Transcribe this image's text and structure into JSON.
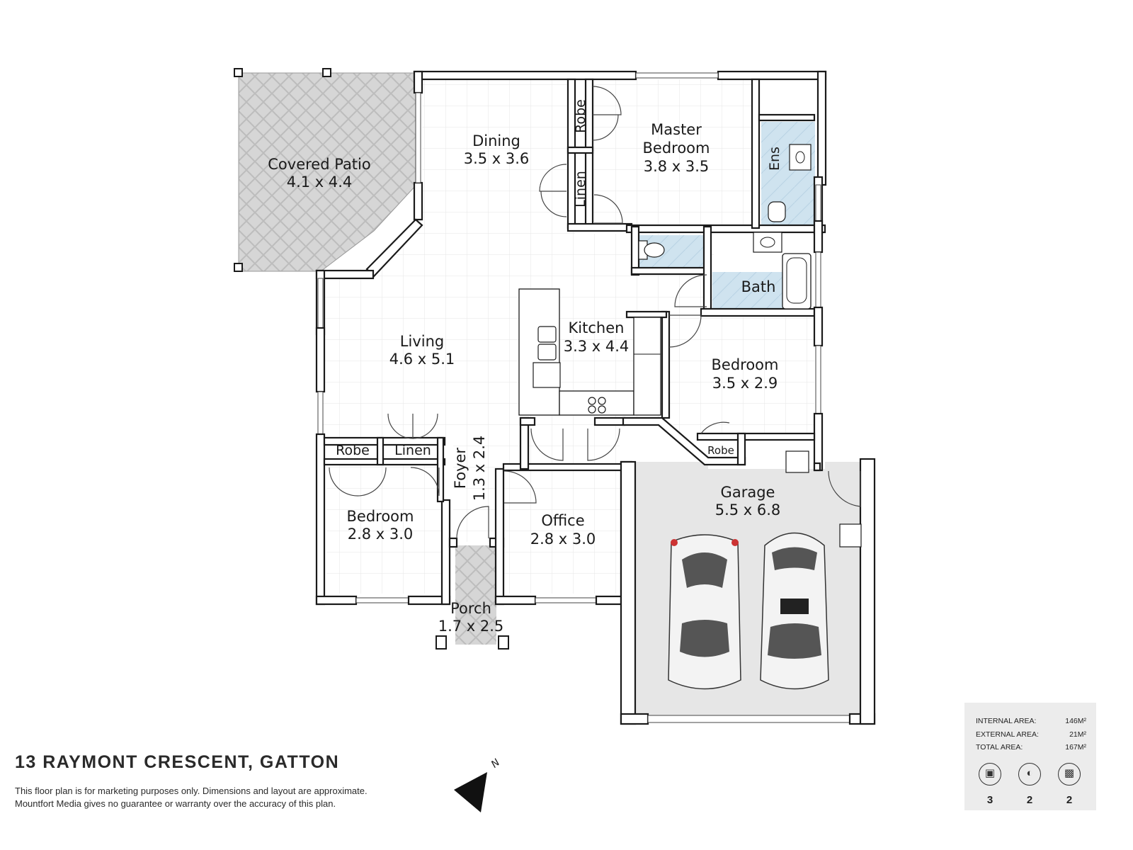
{
  "property": {
    "address": "13 RAYMONT CRESCENT, GATTON",
    "disclaimer_line1": "This floor plan is for marketing purposes only. Dimensions and layout are approximate.",
    "disclaimer_line2": "Mountfort Media gives no guarantee or warranty over the accuracy of this plan."
  },
  "rooms": {
    "covered_patio": {
      "name": "Covered Patio",
      "dims": "4.1 x 4.4"
    },
    "dining": {
      "name": "Dining",
      "dims": "3.5 x 3.6"
    },
    "master_bedroom": {
      "name1": "Master",
      "name2": "Bedroom",
      "dims": "3.8 x 3.5"
    },
    "ensuite": {
      "name": "Ens"
    },
    "robe_master": {
      "name": "Robe"
    },
    "linen_dining": {
      "name": "Linen"
    },
    "bath": {
      "name": "Bath"
    },
    "living": {
      "name": "Living",
      "dims": "4.6 x 5.1"
    },
    "kitchen": {
      "name": "Kitchen",
      "dims": "3.3 x 4.4"
    },
    "bedroom_east": {
      "name": "Bedroom",
      "dims": "3.5 x 2.9"
    },
    "robe_east": {
      "name": "Robe"
    },
    "robe_west": {
      "name": "Robe"
    },
    "linen_west": {
      "name": "Linen"
    },
    "foyer": {
      "name": "Foyer",
      "dims": "1.3 x 2.4"
    },
    "bedroom_west": {
      "name": "Bedroom",
      "dims": "2.8 x 3.0"
    },
    "office": {
      "name": "Office",
      "dims": "2.8 x 3.0"
    },
    "porch": {
      "name": "Porch",
      "dims": "1.7 x 2.5"
    },
    "garage": {
      "name": "Garage",
      "dims": "5.5 x 6.8"
    }
  },
  "compass": {
    "label": "N"
  },
  "areas": {
    "internal_label": "INTERNAL AREA:",
    "internal_value": "146M²",
    "external_label": "EXTERNAL AREA:",
    "external_value": "21M²",
    "total_label": "TOTAL AREA:",
    "total_value": "167M²"
  },
  "stats": {
    "bedrooms": "3",
    "bathrooms": "2",
    "car_spaces": "2",
    "bed_icon": "bed-icon",
    "bath_icon": "bathtub-icon",
    "car_icon": "car-icon"
  },
  "colors": {
    "wall": "#1a1a1a",
    "floor": "#ffffff",
    "patio": "#d9d9d9",
    "wet_area": "#cfe3ef",
    "garage": "#e6e6e6"
  }
}
